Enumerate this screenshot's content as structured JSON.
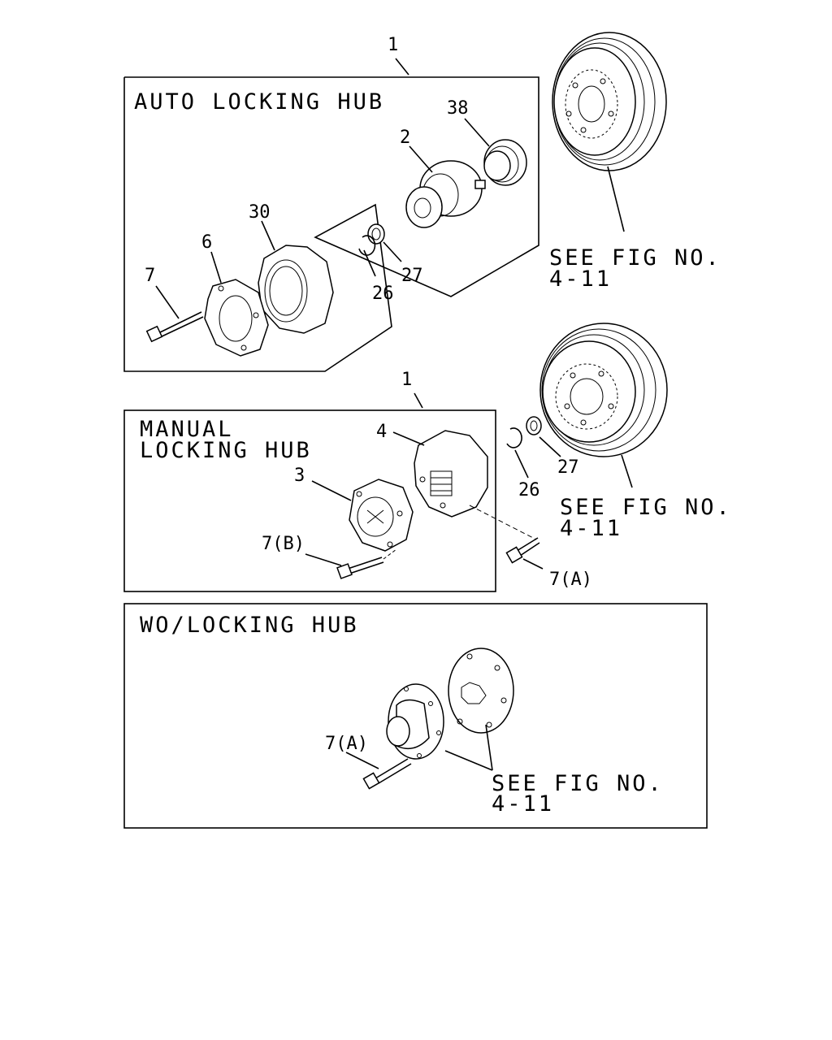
{
  "sections": {
    "auto": {
      "title": "AUTO LOCKING HUB"
    },
    "manual": {
      "title_line1": "MANUAL",
      "title_line2": "LOCKING HUB"
    },
    "wo": {
      "title": "WO/LOCKING HUB"
    }
  },
  "references": {
    "ref_a": {
      "line1": "SEE FIG NO.",
      "line2": "4-11"
    },
    "ref_b": {
      "line1": "SEE FIG NO.",
      "line2": "4-11"
    },
    "ref_c": {
      "line1": "SEE FIG NO.",
      "line2": "4-11"
    }
  },
  "callouts": {
    "auto_1": "1",
    "auto_38": "38",
    "auto_2": "2",
    "auto_30": "30",
    "auto_6": "6",
    "auto_7": "7",
    "auto_26": "26",
    "auto_27": "27",
    "manual_1": "1",
    "manual_4": "4",
    "manual_3": "3",
    "manual_7b": "7(B)",
    "manual_26": "26",
    "manual_27": "27",
    "manual_7a": "7(A)",
    "wo_7a": "7(A)"
  }
}
